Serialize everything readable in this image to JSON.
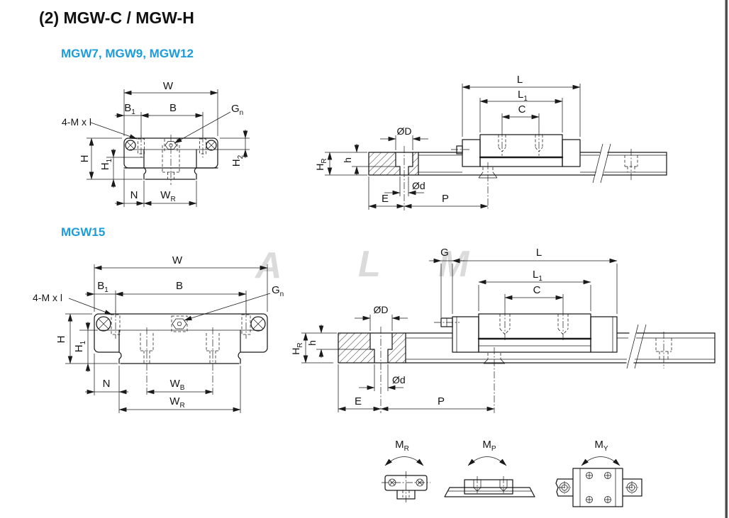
{
  "page": {
    "title": "(2) MGW-C / MGW-H",
    "background": "#ffffff",
    "ink_color": "#1a1a1a",
    "accent_color": "#1e9cd8",
    "watermark_color": "#dbdbdb",
    "edge_color": "#4d4d4d"
  },
  "sections": {
    "first": {
      "heading": "MGW7, MGW9, MGW12"
    },
    "second": {
      "heading": "MGW15"
    }
  },
  "watermark": {
    "letter1": "A",
    "letter2": "L",
    "letter3": "M"
  },
  "labels": {
    "W": {
      "main": "W",
      "sub": ""
    },
    "B1": {
      "main": "B",
      "sub": "1"
    },
    "B": {
      "main": "B",
      "sub": ""
    },
    "Gn": {
      "main": "G",
      "sub": "n"
    },
    "fourMxl": {
      "main": "4-M x l",
      "sub": ""
    },
    "H": {
      "main": "H",
      "sub": ""
    },
    "H1": {
      "main": "H",
      "sub": "1"
    },
    "H2": {
      "main": "H",
      "sub": "2"
    },
    "N": {
      "main": "N",
      "sub": ""
    },
    "WR": {
      "main": "W",
      "sub": "R"
    },
    "WB": {
      "main": "W",
      "sub": "B"
    },
    "L": {
      "main": "L",
      "sub": ""
    },
    "L1": {
      "main": "L",
      "sub": "1"
    },
    "C": {
      "main": "C",
      "sub": ""
    },
    "OD": {
      "main": "ØD",
      "sub": ""
    },
    "Od": {
      "main": "Ød",
      "sub": ""
    },
    "HR": {
      "main": "H",
      "sub": "R"
    },
    "h": {
      "main": "h",
      "sub": ""
    },
    "E": {
      "main": "E",
      "sub": ""
    },
    "P": {
      "main": "P",
      "sub": ""
    },
    "G": {
      "main": "G",
      "sub": ""
    },
    "MR": {
      "main": "M",
      "sub": "R"
    },
    "MP": {
      "main": "M",
      "sub": "P"
    },
    "MY": {
      "main": "M",
      "sub": "Y"
    }
  }
}
